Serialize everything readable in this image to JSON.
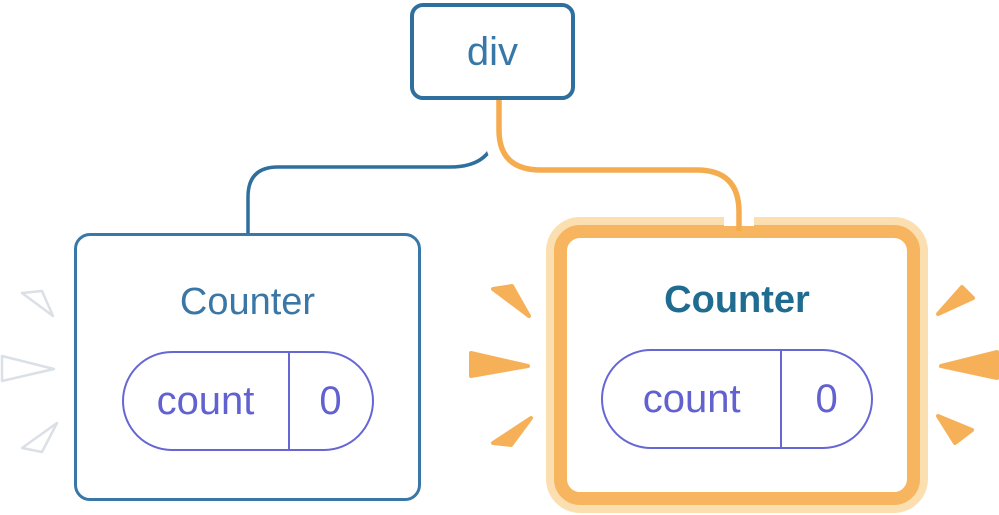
{
  "diagram": {
    "description": "React component tree: div root with two Counter children; right Counter highlighted as re-rendered with new state",
    "root_node": {
      "label": "div"
    },
    "children": [
      {
        "title": "Counter",
        "state_key": "count",
        "state_value": "0",
        "highlighted": false
      },
      {
        "title": "Counter",
        "state_key": "count",
        "state_value": "0",
        "highlighted": true
      }
    ],
    "icons": {
      "left_burst": "white-spark-burst",
      "right_burst": "orange-spark-burst"
    },
    "colors": {
      "node_border_blue": "#2e6f9e",
      "node_text_blue": "#3878a8",
      "title_left_blue": "#3b77a6",
      "title_right_teal": "#1f6c90",
      "pill_indigo": "#6666d5",
      "pill_text_indigo": "#6161d0",
      "highlight_orange": "#f7b55f",
      "highlight_glow": "#fbdfb0",
      "edge_orange": "#f5ac4f",
      "spark_orange": "#f6b158",
      "spark_white": "#ffffff",
      "card_background": "#ffffff"
    }
  }
}
